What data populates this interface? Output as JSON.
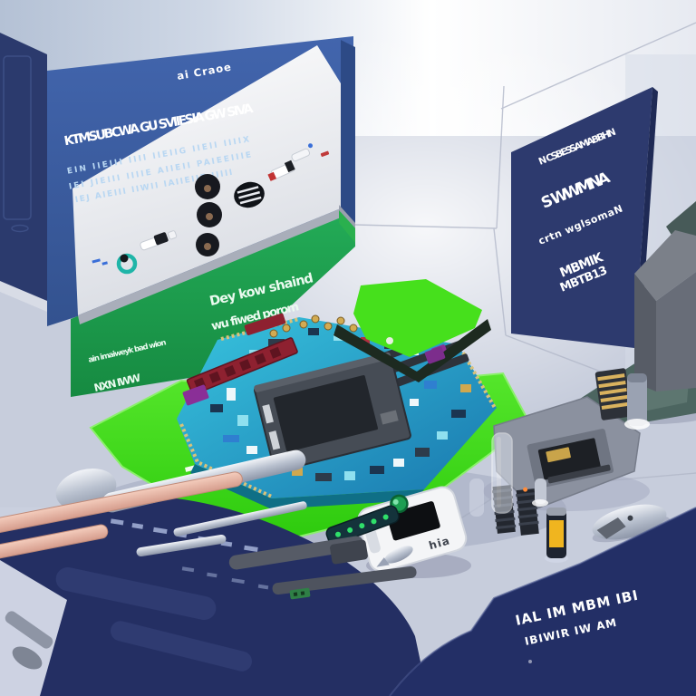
{
  "board": {
    "title": "ai Craoe",
    "headline": "KTMSUBCWA GU SVIIESIA GW SIVA",
    "sub1": "EIN IIEIII IIII IIEIIG IIEII IIIIX",
    "sub2": "IEI JIEIII IIIIE AIIEII PAIEEIIIE",
    "sub3": "IEJ AIEIII IIWII IAIIEIIE IIIII",
    "green_line1": "Dey kow shaind",
    "green_line2": "wu fiwed porom",
    "green_left1": "ain imaiweyk bad wion",
    "green_left2": "NXN IWW"
  },
  "right_panel": {
    "line1": "N CSBESSAMABBHN",
    "line2": "S WWMNA",
    "line3": "crtn wglsomaN",
    "line4": "MBMIK",
    "line5": "MBTB13"
  },
  "front_edge": {
    "line1": "IAL IM MBM IBI",
    "line2": "IBIWIR IW AM"
  },
  "tester": {
    "label": "hia"
  },
  "palette": {
    "sky": "#b6c2d6",
    "desk": "#c7cddc",
    "cabinet_navy": "#2b3a6d",
    "board_blue": "#3d5fa6",
    "panel_white": "#f2f3f6",
    "panel_green": "#1fa351",
    "mat_green": "#3ade17",
    "pcb_teal": "#2aa9cc",
    "cpu_gray": "#464c55",
    "connector_red": "#8e2130",
    "accent_purple": "#8a2f97",
    "right_panel_navy": "#2d3a6e",
    "front_edge_navy": "#232f66",
    "copper": "#e9b7a8",
    "battery_yellow": "#f0b51f",
    "cube_gray": "#686d78"
  }
}
